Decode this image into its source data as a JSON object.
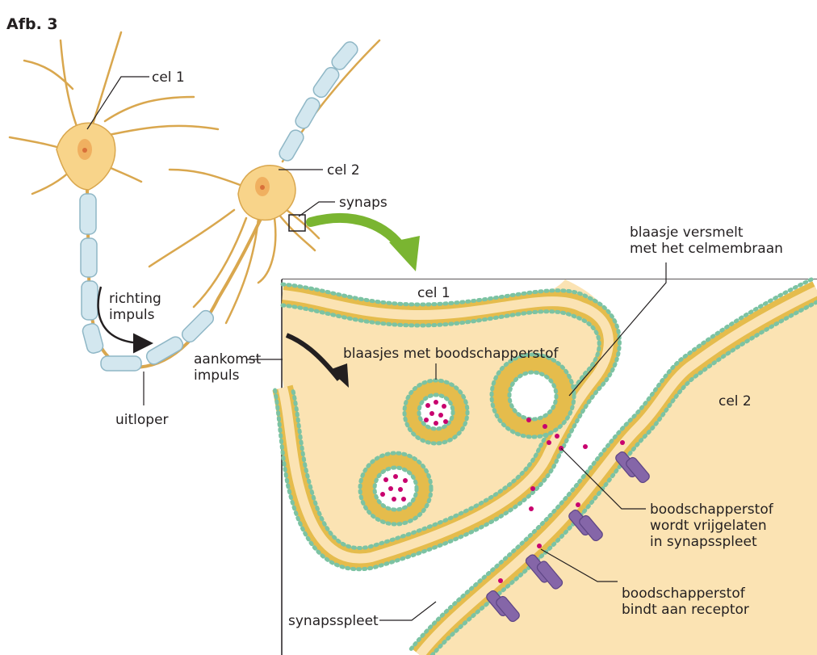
{
  "figure": {
    "title": "Afb. 3"
  },
  "labels": {
    "cell1_top": "cel 1",
    "cell2_top": "cel 2",
    "synapse": "synaps",
    "direction_line1": "richting",
    "direction_line2": "impuls",
    "arrival_line1": "aankomst",
    "arrival_line2": "impuls",
    "axon": "uitloper",
    "fusion_line1": "blaasje versmelt",
    "fusion_line2": "met het celmembraan",
    "zoom_cell1": "cel 1",
    "zoom_cell2": "cel 2",
    "vesicles": "blaasjes met boodschapperstof",
    "release_line1": "boodschapperstof",
    "release_line2": "wordt vrijgelaten",
    "release_line3": "in synapsspleet",
    "binding_line1": "boodschapperstof",
    "binding_line2": "bindt aan receptor",
    "cleft": "synapsspleet"
  },
  "colors": {
    "cell_fill": "#fbe3b3",
    "neuron_fill": "#f8d48a",
    "neuron_stroke": "#d9a74e",
    "nucleus": "#f0b060",
    "myelin": "#d3e7ef",
    "myelin_stroke": "#8fb7c6",
    "lipid_head": "#7cc3a3",
    "lipid_tail": "#e8c050",
    "transmitter": "#c8006e",
    "receptor": "#8566a8",
    "green_arrow": "#7ab531",
    "text": "#231f20"
  },
  "icons": {
    "zoom_arrow": "curved-green-arrow",
    "impulse_arrow": "curved-black-arrow"
  }
}
